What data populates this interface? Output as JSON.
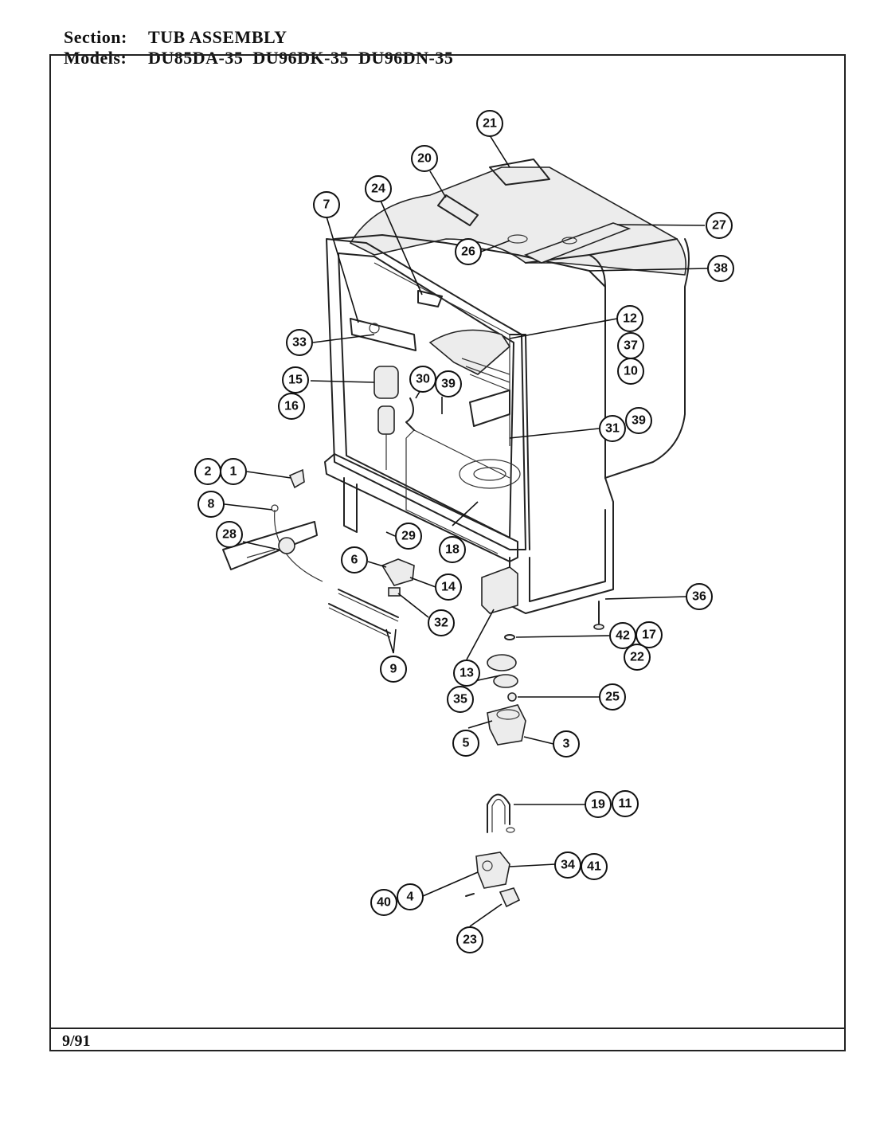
{
  "header": {
    "section_label": "Section:",
    "section_value": "TUB ASSEMBLY",
    "models_label": "Models:",
    "models_value": "DU85DA-35  DU96DK-35  DU96DN-35"
  },
  "footer": {
    "date": "9/91"
  },
  "callouts": [
    {
      "id": "c21",
      "label": "21"
    },
    {
      "id": "c20",
      "label": "20"
    },
    {
      "id": "c24",
      "label": "24"
    },
    {
      "id": "c7",
      "label": "7"
    },
    {
      "id": "c27",
      "label": "27"
    },
    {
      "id": "c26",
      "label": "26"
    },
    {
      "id": "c38",
      "label": "38"
    },
    {
      "id": "c12",
      "label": "12"
    },
    {
      "id": "c37",
      "label": "37"
    },
    {
      "id": "c10",
      "label": "10"
    },
    {
      "id": "c33",
      "label": "33"
    },
    {
      "id": "c15",
      "label": "15"
    },
    {
      "id": "c16",
      "label": "16"
    },
    {
      "id": "c30",
      "label": "30"
    },
    {
      "id": "c39a",
      "label": "39"
    },
    {
      "id": "c31",
      "label": "31"
    },
    {
      "id": "c39b",
      "label": "39"
    },
    {
      "id": "c2",
      "label": "2"
    },
    {
      "id": "c1",
      "label": "1"
    },
    {
      "id": "c8",
      "label": "8"
    },
    {
      "id": "c28",
      "label": "28"
    },
    {
      "id": "c29",
      "label": "29"
    },
    {
      "id": "c18",
      "label": "18"
    },
    {
      "id": "c6",
      "label": "6"
    },
    {
      "id": "c14",
      "label": "14"
    },
    {
      "id": "c32",
      "label": "32"
    },
    {
      "id": "c36",
      "label": "36"
    },
    {
      "id": "c9",
      "label": "9"
    },
    {
      "id": "c13",
      "label": "13"
    },
    {
      "id": "c42",
      "label": "42"
    },
    {
      "id": "c17",
      "label": "17"
    },
    {
      "id": "c22",
      "label": "22"
    },
    {
      "id": "c35",
      "label": "35"
    },
    {
      "id": "c25",
      "label": "25"
    },
    {
      "id": "c5",
      "label": "5"
    },
    {
      "id": "c3",
      "label": "3"
    },
    {
      "id": "c19",
      "label": "19"
    },
    {
      "id": "c11",
      "label": "11"
    },
    {
      "id": "c34",
      "label": "34"
    },
    {
      "id": "c41",
      "label": "41"
    },
    {
      "id": "c40",
      "label": "40"
    },
    {
      "id": "c4",
      "label": "4"
    },
    {
      "id": "c23",
      "label": "23"
    }
  ]
}
